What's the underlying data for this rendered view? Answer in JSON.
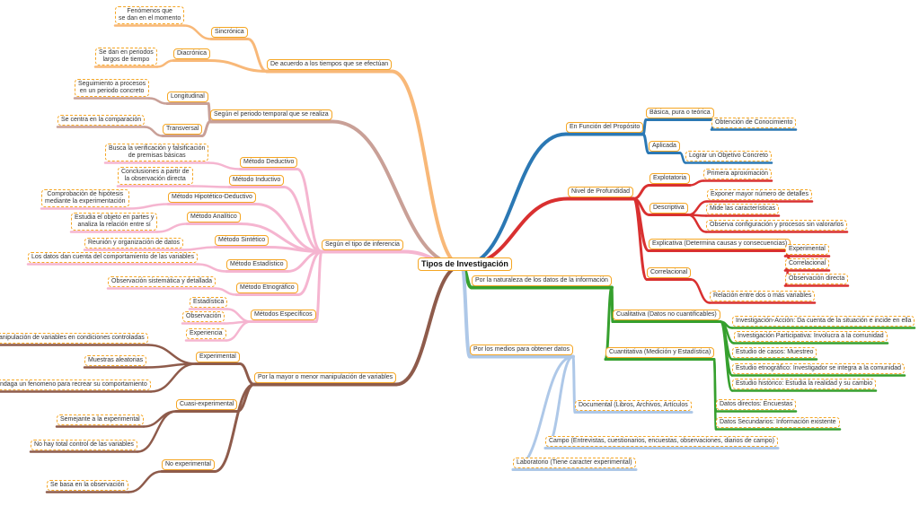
{
  "root": "Tipos de Investigación",
  "branches": [
    {
      "label": "De acuerdo a los tiempos que se efectúan",
      "color": "#f8b878",
      "children": [
        {
          "label": "Sincrónica",
          "leaves": [
            "Fenómenos que\nse dan en el momento"
          ]
        },
        {
          "label": "Diacrónica",
          "leaves": [
            "Se dan en periodos\nlargos de tiempo"
          ]
        }
      ]
    },
    {
      "label": "Según el periodo temporal que se realiza",
      "color": "#c9a097",
      "children": [
        {
          "label": "Longitudinal",
          "leaves": [
            "Seguimiento a procesos\nen un periodo concreto"
          ]
        },
        {
          "label": "Transversal",
          "leaves": [
            "Se centra en la comparación"
          ]
        }
      ]
    },
    {
      "label": "Según el tipo de inferencia",
      "color": "#f5b5d0",
      "children": [
        {
          "label": "Método Deductivo",
          "leaves": [
            "Busca la verificación y falsificación\nde premisas básicas"
          ]
        },
        {
          "label": "Método Inductivo",
          "leaves": [
            "Conclusiones a partir de\nla observación directa"
          ]
        },
        {
          "label": "Método Hipotético-Deductivo",
          "leaves": [
            "Comprobación de hipótesis\nmediante la experimentación"
          ]
        },
        {
          "label": "Método Analítico",
          "leaves": [
            "Estudia el objeto en partes y\nanaliza la relación entre sí"
          ]
        },
        {
          "label": "Método Sintético",
          "leaves": [
            "Reunión y organización de datos"
          ]
        },
        {
          "label": "Método Estadístico",
          "leaves": [
            "Los datos dan cuenta del comportamiento de las variables"
          ]
        },
        {
          "label": "Método Etnográfico",
          "leaves": [
            "Observación sistemática y detallada"
          ]
        },
        {
          "label": "Métodos Específicos",
          "leaves": [
            "Estadística",
            "Observación",
            "Experiencia"
          ]
        }
      ]
    },
    {
      "label": "Por la mayor o menor manipulación de variables",
      "color": "#8e5b4b",
      "children": [
        {
          "label": "Experimental",
          "leaves": [
            "Manipulación de variables en condiciones controladas",
            "Muestras aleatorias",
            "Indaga un fenomeno para recrear su comportamiento"
          ]
        },
        {
          "label": "Cuasi-experimental",
          "leaves": [
            "Semejante a la experimental",
            "No hay total control de las variables"
          ]
        },
        {
          "label": "No experimental",
          "leaves": [
            "Se basa en la observación"
          ]
        }
      ]
    },
    {
      "label": "En Función del Propósito",
      "color": "#2b78b4",
      "children": [
        {
          "label": "Básica, pura o teórica",
          "leaves": [
            "Obtención de Conocimiento"
          ]
        },
        {
          "label": "Aplicada",
          "leaves": [
            "Lograr un Objetivo Concreto"
          ]
        }
      ]
    },
    {
      "label": "Nivel de Profundidad",
      "color": "#d93030",
      "children": [
        {
          "label": "Explotatoria",
          "leaves": [
            "Primera aproximación"
          ]
        },
        {
          "label": "Descriptiva",
          "leaves": [
            "Exponer mayor número de detalles",
            "Mide las características",
            "Observa configuración y procesos sin valorarlos"
          ]
        },
        {
          "label": "Explicativa (Determina causas y consecuencias)",
          "leaves": [
            "Experimental",
            "Correlacional",
            "Observación directa"
          ]
        },
        {
          "label": "Correlacional",
          "leaves": [
            "Relación entre dos o más variables"
          ]
        }
      ]
    },
    {
      "label": "Por la naturaleza de los datos de la información",
      "color": "#36a02e",
      "children": [
        {
          "label": "Cualitativa (Datos no cuantificables)",
          "leaves": [
            "Investigación-Acción: Da cuenta de la situación e incide en ella",
            "Investigación Participativa: Involucra a la comunidad",
            "Estudio de casos: Muestreo",
            "Estudio etnográfico: Investigador se integra a la comunidad",
            "Estudio histórico: Estudia la realidad y su cambio"
          ]
        },
        {
          "label": "Cuantitativa (Medición y Estadística)",
          "leaves": [
            "Datos directos: Encuestas",
            "Datos Secundarios: Información existente"
          ]
        }
      ]
    },
    {
      "label": "Por los medios para obtener datos",
      "color": "#aec8e8",
      "leaves": [
        "Documental (Libros, Archivos, Artículos",
        "Campo (Entrevistas, cuestionarios, encuestas, observaciones, diarios de campo)",
        "Laboratorio (Tiene caracter experimental)"
      ]
    }
  ]
}
